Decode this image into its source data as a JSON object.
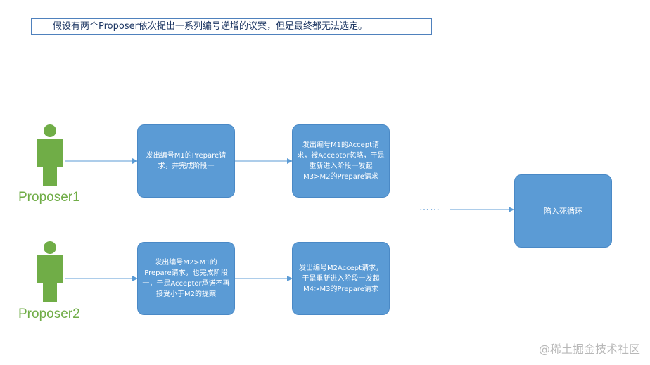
{
  "caption": "假设有两个Proposer依次提出一系列编号递增的议案，但是最终都无法选定。",
  "actors": {
    "proposer1": "Proposer1",
    "proposer2": "Proposer2"
  },
  "steps": {
    "p1_prepare": "发出编号M1的Prepare请求，并完成阶段一",
    "p1_accept": "发出编号M1的Accept请求，被Acceptor忽略，于是重新进入阶段一发起M3>M2的Prepare请求",
    "p2_prepare": "发出编号M2>M1的Prepare请求，也完成阶段一，于是Acceptor承诺不再接受小于M2的提案",
    "p2_accept": "发出编号M2Accept请求，于是重新进入阶段一发起M4>M3的Prepare请求",
    "result": "陷入死循环"
  },
  "ellipsis": "……",
  "watermark": "@稀土掘金技术社区",
  "colors": {
    "box": "#5b9bd5",
    "actor": "#70ad47",
    "arrow": "#5b9bd5"
  }
}
